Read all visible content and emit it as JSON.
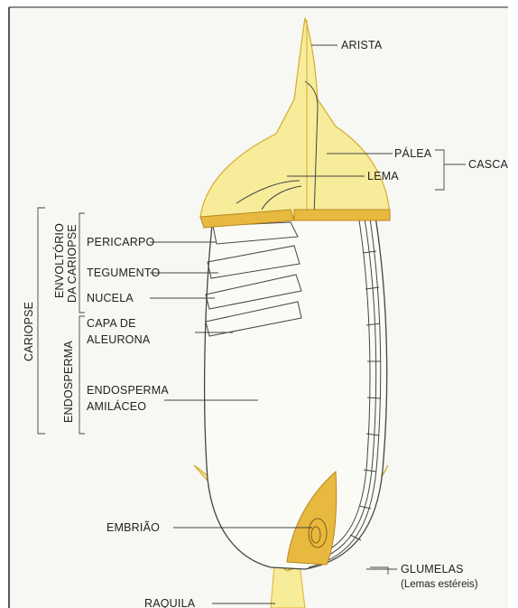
{
  "colors": {
    "husk": "#f6ec9a",
    "husk_edge": "#e2b22d",
    "embryo": "#e8b93f",
    "grain": "#fbfbf6",
    "background": "#f7f7f4"
  },
  "labels": {
    "arista": "ARISTA",
    "palea": "PÁLEA",
    "lema": "LEMA",
    "casca": "CASCA",
    "pericarpo": "PERICARPO",
    "tegumento": "TEGUMENTO",
    "nucela": "NUCELA",
    "capa_line1": "CAPA DE",
    "capa_line2": "ALEURONA",
    "endo_line1": "ENDOSPERMA",
    "endo_line2": "AMILÁCEO",
    "embriao": "EMBRIÃO",
    "glumelas_line1": "GLUMELAS",
    "glumelas_line2": "(Lemas estéreis)",
    "raquila": "RAQUILA",
    "cariopse": "CARIOPSE",
    "envoltorio_line1": "ENVOLTÓRIO",
    "envoltorio_line2": "DA CARIOPSE",
    "endosperma_group": "ENDOSPERMA"
  }
}
